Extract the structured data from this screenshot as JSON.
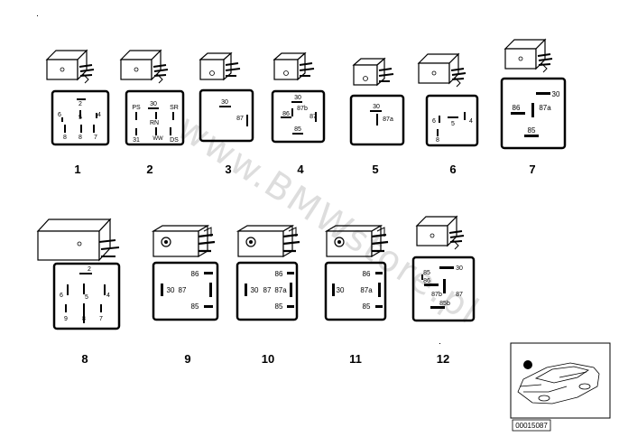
{
  "relays": [
    {
      "number": "1",
      "pins": [
        "2",
        "6",
        "5",
        "4",
        "8",
        "8",
        "7"
      ]
    },
    {
      "number": "2",
      "pins": [
        "30",
        "PS",
        "SR",
        "RN",
        "31",
        "WW",
        "DS"
      ]
    },
    {
      "number": "3",
      "pins": [
        "30",
        "87"
      ]
    },
    {
      "number": "4",
      "pins": [
        "30",
        "87b",
        "86",
        "87",
        "85"
      ]
    },
    {
      "number": "5",
      "pins": [
        "30",
        "87a"
      ]
    },
    {
      "number": "6",
      "pins": [
        "6",
        "5",
        "4",
        "8"
      ]
    },
    {
      "number": "7",
      "pins": [
        "30",
        "86",
        "87a",
        "85"
      ]
    },
    {
      "number": "8",
      "pins": [
        "2",
        "6",
        "5",
        "4",
        "9",
        "8",
        "7"
      ]
    },
    {
      "number": "9",
      "pins": [
        "86",
        "30",
        "87",
        "85"
      ]
    },
    {
      "number": "10",
      "pins": [
        "86",
        "30",
        "87",
        "87a",
        "85"
      ]
    },
    {
      "number": "11",
      "pins": [
        "86",
        "30",
        "87a",
        "85"
      ]
    },
    {
      "number": "12",
      "pins": [
        "30",
        "85",
        "86",
        "87b",
        "87",
        "85b"
      ]
    }
  ],
  "watermark": "www.BMWstore.pl",
  "thumbnail": {
    "code": "00015087"
  }
}
